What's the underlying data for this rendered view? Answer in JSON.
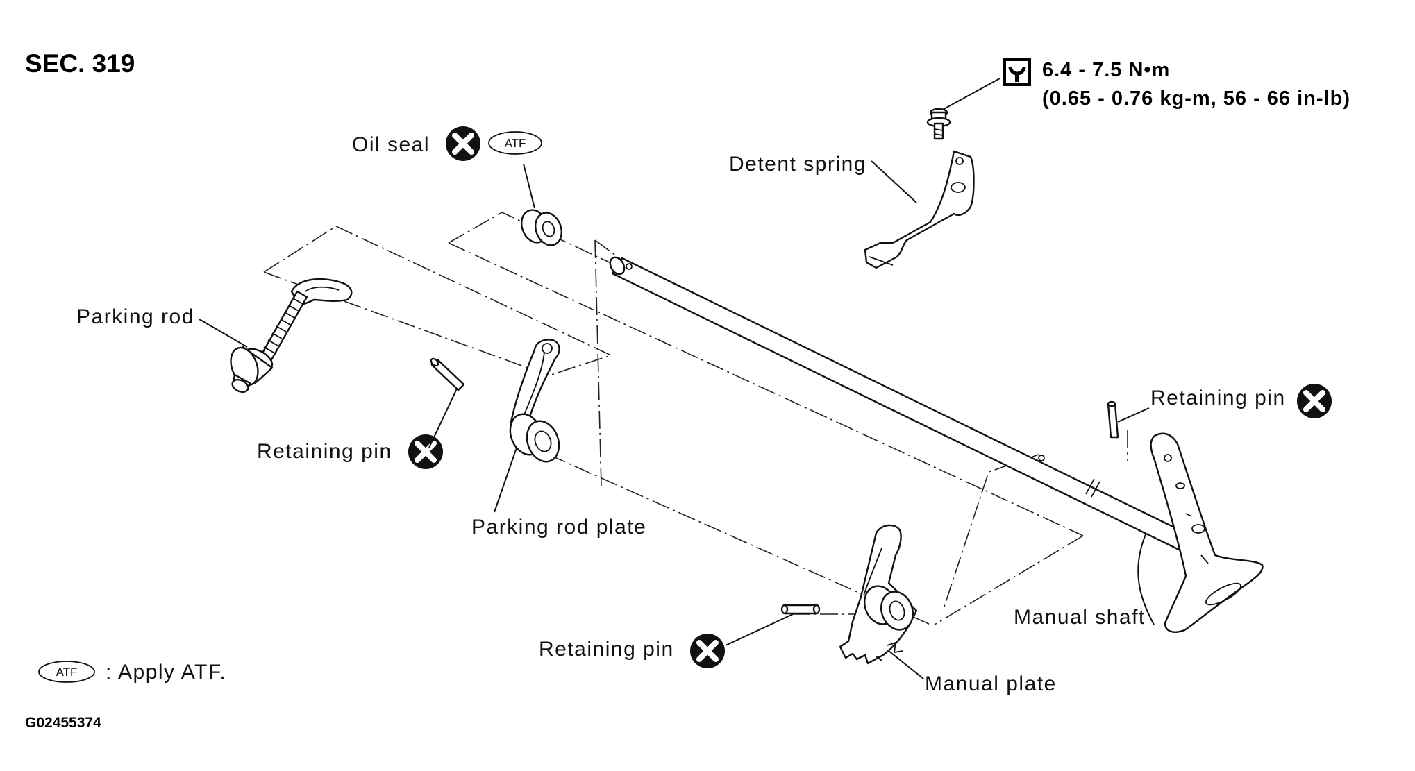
{
  "section": "SEC. 319",
  "torque": {
    "line1": "6.4 - 7.5 N•m",
    "line2": "(0.65 - 0.76 kg-m, 56 - 66 in-lb)",
    "icon": "torque-wrench-icon"
  },
  "labels": {
    "oil_seal": "Oil seal",
    "detent_spring": "Detent spring",
    "parking_rod": "Parking rod",
    "retaining_pin_left": "Retaining pin",
    "parking_rod_plate": "Parking rod plate",
    "retaining_pin_bottom": "Retaining pin",
    "manual_plate": "Manual plate",
    "manual_shaft": "Manual shaft",
    "retaining_pin_right": "Retaining pin"
  },
  "legend": {
    "badge": "ATF",
    "text": ": Apply ATF."
  },
  "oil_seal_badge": "ATF",
  "figure_id": "G02455374"
}
